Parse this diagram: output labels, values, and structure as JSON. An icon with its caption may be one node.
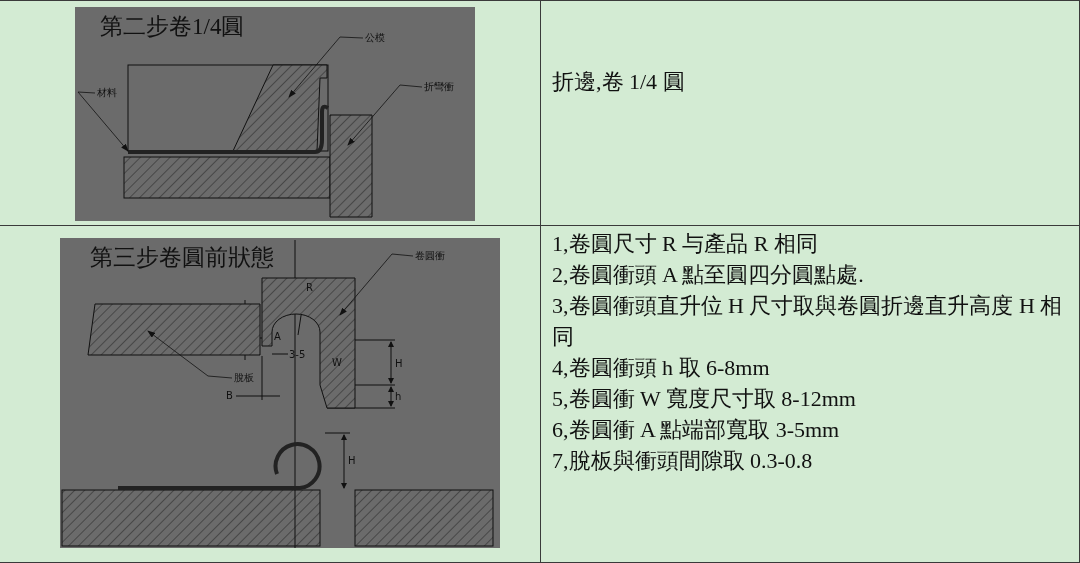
{
  "diagram": {
    "nodes": [
      {
        "text": [
          "公模"
        ]
      },
      {
        "text": [],
        "shape": "box"
      },
      {
        "text": [
          "材料"
        ]
      },
      {
        "text": [],
        "shape": "bar"
      },
      {
        "text": [
          "折彎衝"
        ]
      },
      {
        "text": [],
        "shape": "box"
      },
      {
        "text": [
          "卷圓衝"
        ]
      },
      {
        "text": [],
        "shape": "box"
      },
      {
        "text": [
          "脫板"
        ]
      },
      {
        "text": [],
        "shape": "box"
      }
    ],
    "edges": [
      {
        "from": 0,
        "to": 1,
        "arrow": "to"
      },
      {
        "from": 2,
        "to": 3,
        "arrow": "to"
      },
      {
        "from": 4,
        "to": 5,
        "arrow": "to"
      },
      {
        "from": 6,
        "to": 7,
        "arrow": "to"
      },
      {
        "from": 8,
        "to": 9,
        "arrow": "to"
      }
    ],
    "labels": [
      "第二步卷1/4圓",
      "折邊,卷 1/4 圓",
      "第三步卷圓前狀態",
      "R",
      "A",
      "3-5",
      "W",
      "H",
      "h",
      "B",
      "H",
      "1,卷圓尺寸 R  与產品 R 相同",
      "2,卷圓衝頭 A 點至圓四分圓點處.",
      "3,卷圓衝頭直升位 H 尺寸取與卷圓折邊直升高度 H 相同",
      "4,卷圓衝頭 h 取 6-8mm",
      "5,卷圓衝 W 寬度尺寸取 8-12mm",
      "6,卷圓衝 A 點端部寬取 3-5mm",
      "7,脫板與衝頭間隙取 0.3-0.8"
    ]
  }
}
